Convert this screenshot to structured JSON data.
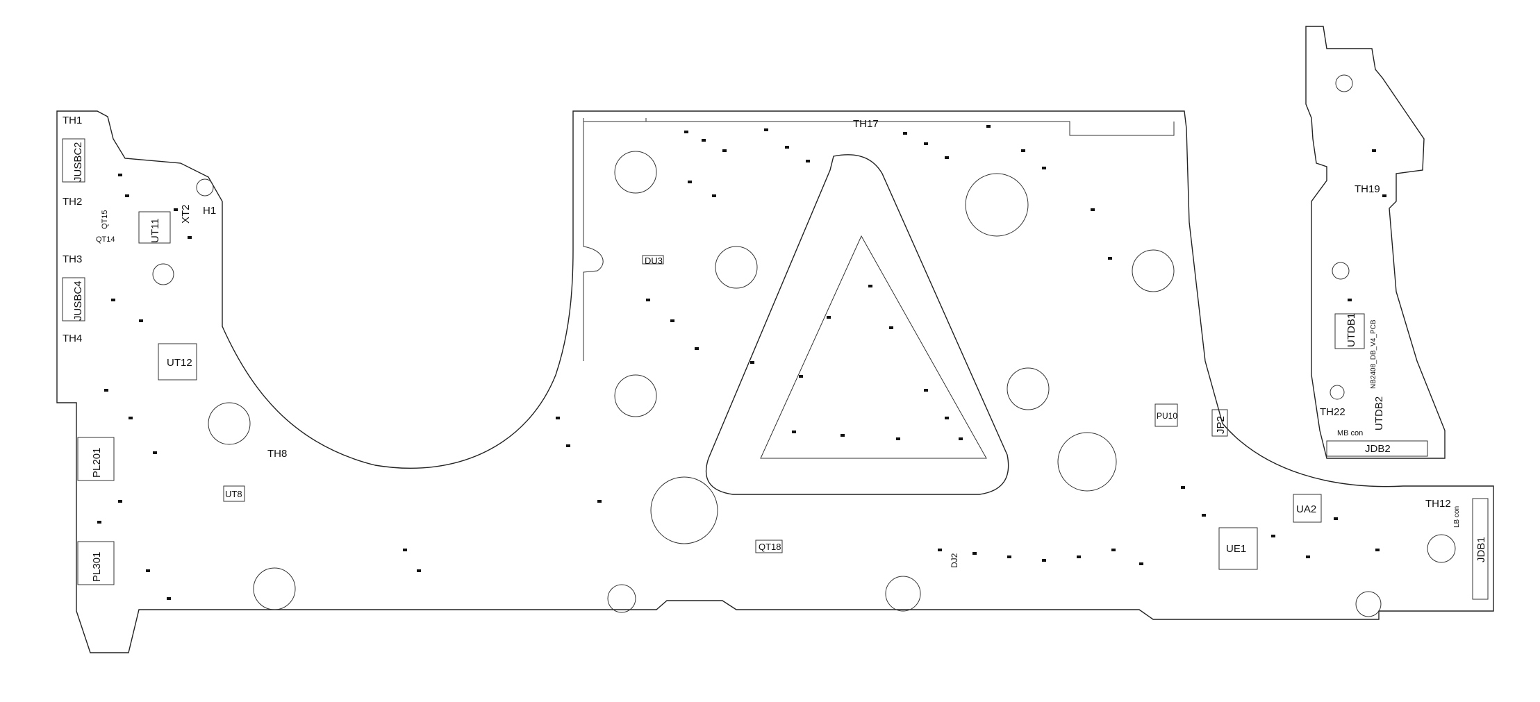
{
  "labels": {
    "th1": "TH1",
    "th2": "TH2",
    "th3": "TH3",
    "th4": "TH4",
    "th8": "TH8",
    "th12": "TH12",
    "th17": "TH17",
    "th19": "TH19",
    "th22": "TH22",
    "h1": "H1",
    "jusbc2": "JUSBC2",
    "jusbc4": "JUSBC4",
    "ut11": "UT11",
    "ut12": "UT12",
    "ut8": "UT8",
    "xt2": "XT2",
    "qt14": "QT14",
    "qt15": "QT15",
    "pl201": "PL201",
    "pl301": "PL301",
    "du3": "DU3",
    "qt18": "QT18",
    "dj2": "DJ2",
    "pu10": "PU10",
    "jp2": "JP2",
    "ua2": "UA2",
    "ue1": "UE1",
    "utdb1": "UTDB1",
    "utdb2": "UTDB2",
    "jdb1": "JDB1",
    "jdb2": "JDB2",
    "mb_con": "MB con",
    "lb_con": "LB con",
    "pcb_code": "NB2408_DB_V4_PCB"
  },
  "colors": {
    "ink": "#111111",
    "background": "#ffffff"
  }
}
